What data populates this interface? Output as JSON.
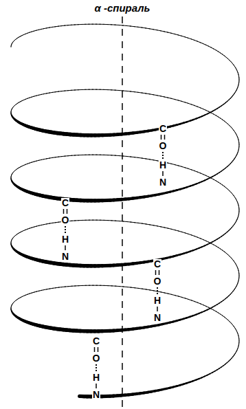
{
  "diagram": {
    "title": "α -спираль",
    "labels": [
      "C",
      "O",
      "H",
      "N",
      "C",
      "O",
      "H",
      "N",
      "C",
      "O",
      "H",
      "N",
      "C",
      "O",
      "H",
      "N"
    ]
  }
}
